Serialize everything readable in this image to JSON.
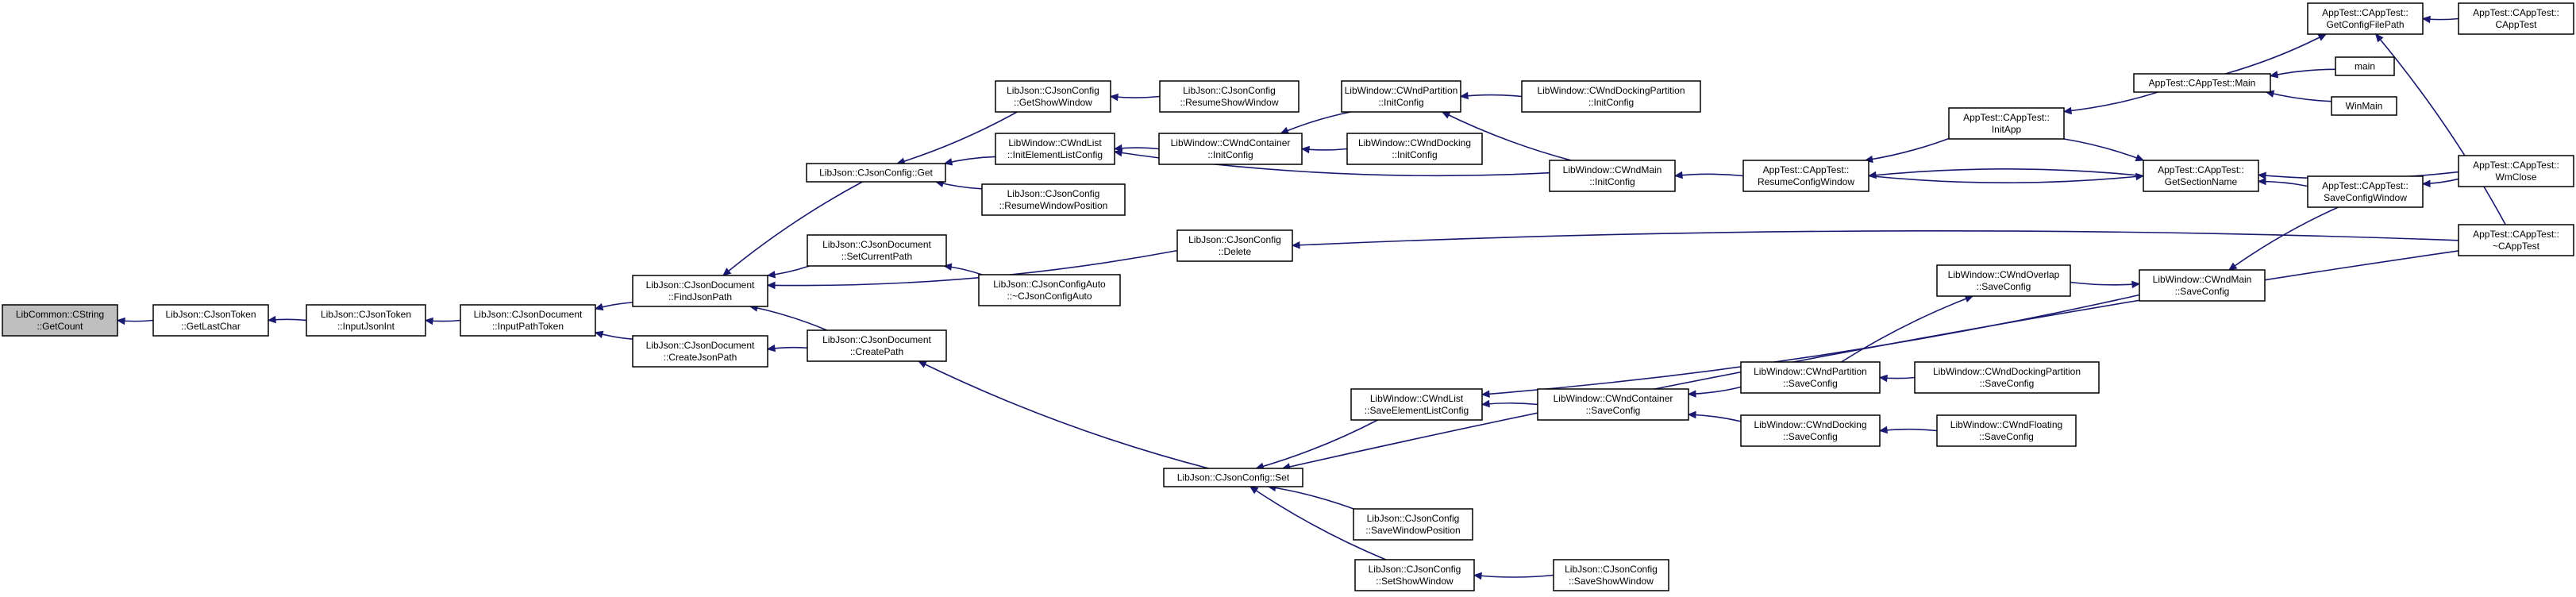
{
  "graph": {
    "edge_color": "#191970",
    "root_fill": "#bfbfbf",
    "node_fill": "#ffffff",
    "nodes": [
      {
        "id": "cstring_getcount",
        "lines": [
          "LibCommon::CString",
          "::GetCount"
        ],
        "root": true
      },
      {
        "id": "token_getlastchar",
        "lines": [
          "LibJson::CJsonToken",
          "::GetLastChar"
        ]
      },
      {
        "id": "token_inputjsonint",
        "lines": [
          "LibJson::CJsonToken",
          "::InputJsonInt"
        ]
      },
      {
        "id": "doc_inputpathtoken",
        "lines": [
          "LibJson::CJsonDocument",
          "::InputPathToken"
        ]
      },
      {
        "id": "doc_findjsonpath",
        "lines": [
          "LibJson::CJsonDocument",
          "::FindJsonPath"
        ]
      },
      {
        "id": "doc_createjsonpath",
        "lines": [
          "LibJson::CJsonDocument",
          "::CreateJsonPath"
        ]
      },
      {
        "id": "config_get",
        "lines": [
          "LibJson::CJsonConfig::Get"
        ]
      },
      {
        "id": "doc_setcurrentpath",
        "lines": [
          "LibJson::CJsonDocument",
          "::SetCurrentPath"
        ]
      },
      {
        "id": "doc_createpath",
        "lines": [
          "LibJson::CJsonDocument",
          "::CreatePath"
        ]
      },
      {
        "id": "config_delete",
        "lines": [
          "LibJson::CJsonConfig",
          "::Delete"
        ]
      },
      {
        "id": "config_getshowwindow",
        "lines": [
          "LibJson::CJsonConfig",
          "::GetShowWindow"
        ]
      },
      {
        "id": "wndlist_initelementlistconfig",
        "lines": [
          "LibWindow::CWndList",
          "::InitElementListConfig"
        ]
      },
      {
        "id": "config_resumewindowposition",
        "lines": [
          "LibJson::CJsonConfig",
          "::ResumeWindowPosition"
        ]
      },
      {
        "id": "configauto_dtor",
        "lines": [
          "LibJson::CJsonConfigAuto",
          "::~CJsonConfigAuto"
        ]
      },
      {
        "id": "config_set",
        "lines": [
          "LibJson::CJsonConfig::Set"
        ]
      },
      {
        "id": "config_resumeshowwindow",
        "lines": [
          "LibJson::CJsonConfig",
          "::ResumeShowWindow"
        ]
      },
      {
        "id": "wndcontainer_initconfig",
        "lines": [
          "LibWindow::CWndContainer",
          "::InitConfig"
        ]
      },
      {
        "id": "wndpartition_initconfig",
        "lines": [
          "LibWindow::CWndPartition",
          "::InitConfig"
        ]
      },
      {
        "id": "wnddocking_initconfig",
        "lines": [
          "LibWindow::CWndDocking",
          "::InitConfig"
        ]
      },
      {
        "id": "wnddockingpartition_initconfig",
        "lines": [
          "LibWindow::CWndDockingPartition",
          "::InitConfig"
        ]
      },
      {
        "id": "wndmain_initconfig",
        "lines": [
          "LibWindow::CWndMain",
          "::InitConfig"
        ]
      },
      {
        "id": "apptest_resumeconfigwindow",
        "lines": [
          "AppTest::CAppTest::",
          "ResumeConfigWindow"
        ]
      },
      {
        "id": "apptest_initapp",
        "lines": [
          "AppTest::CAppTest::",
          "InitApp"
        ]
      },
      {
        "id": "apptest_getsectionname",
        "lines": [
          "AppTest::CAppTest::",
          "GetSectionName"
        ]
      },
      {
        "id": "apptest_main",
        "lines": [
          "AppTest::CAppTest::Main"
        ]
      },
      {
        "id": "apptest_getconfigfilepath",
        "lines": [
          "AppTest::CAppTest::",
          "GetConfigFilePath"
        ]
      },
      {
        "id": "apptest_ctor",
        "lines": [
          "AppTest::CAppTest::",
          "CAppTest"
        ]
      },
      {
        "id": "main",
        "lines": [
          "main"
        ]
      },
      {
        "id": "winmain",
        "lines": [
          "WinMain"
        ]
      },
      {
        "id": "apptest_saveconfigwindow",
        "lines": [
          "AppTest::CAppTest::",
          "SaveConfigWindow"
        ]
      },
      {
        "id": "apptest_wmclose",
        "lines": [
          "AppTest::CAppTest::",
          "WmClose"
        ]
      },
      {
        "id": "apptest_dtor",
        "lines": [
          "AppTest::CAppTest::",
          "~CAppTest"
        ]
      },
      {
        "id": "wndmain_saveconfig",
        "lines": [
          "LibWindow::CWndMain",
          "::SaveConfig"
        ]
      },
      {
        "id": "wndoverlap_saveconfig",
        "lines": [
          "LibWindow::CWndOverlap",
          "::SaveConfig"
        ]
      },
      {
        "id": "wndlist_saveelementlistconfig",
        "lines": [
          "LibWindow::CWndList",
          "::SaveElementListConfig"
        ]
      },
      {
        "id": "wndcontainer_saveconfig",
        "lines": [
          "LibWindow::CWndContainer",
          "::SaveConfig"
        ]
      },
      {
        "id": "wndpartition_saveconfig",
        "lines": [
          "LibWindow::CWndPartition",
          "::SaveConfig"
        ]
      },
      {
        "id": "wnddockingpartition_saveconfig",
        "lines": [
          "LibWindow::CWndDockingPartition",
          "::SaveConfig"
        ]
      },
      {
        "id": "wnddocking_saveconfig",
        "lines": [
          "LibWindow::CWndDocking",
          "::SaveConfig"
        ]
      },
      {
        "id": "wndfloating_saveconfig",
        "lines": [
          "LibWindow::CWndFloating",
          "::SaveConfig"
        ]
      },
      {
        "id": "config_savewindowposition",
        "lines": [
          "LibJson::CJsonConfig",
          "::SaveWindowPosition"
        ]
      },
      {
        "id": "config_setshowwindow",
        "lines": [
          "LibJson::CJsonConfig",
          "::SetShowWindow"
        ]
      },
      {
        "id": "config_saveshowwindow",
        "lines": [
          "LibJson::CJsonConfig",
          "::SaveShowWindow"
        ]
      }
    ],
    "edges": [
      {
        "from": "token_getlastchar",
        "to": "cstring_getcount"
      },
      {
        "from": "token_inputjsonint",
        "to": "token_getlastchar"
      },
      {
        "from": "doc_inputpathtoken",
        "to": "token_inputjsonint"
      },
      {
        "from": "doc_findjsonpath",
        "to": "doc_inputpathtoken"
      },
      {
        "from": "doc_createjsonpath",
        "to": "doc_inputpathtoken"
      },
      {
        "from": "config_get",
        "to": "doc_findjsonpath"
      },
      {
        "from": "doc_setcurrentpath",
        "to": "doc_findjsonpath"
      },
      {
        "from": "doc_createpath",
        "to": "doc_findjsonpath"
      },
      {
        "from": "config_delete",
        "to": "doc_findjsonpath"
      },
      {
        "from": "doc_createpath",
        "to": "doc_createjsonpath"
      },
      {
        "from": "config_getshowwindow",
        "to": "config_get"
      },
      {
        "from": "wndlist_initelementlistconfig",
        "to": "config_get"
      },
      {
        "from": "config_resumewindowposition",
        "to": "config_get"
      },
      {
        "from": "configauto_dtor",
        "to": "doc_setcurrentpath"
      },
      {
        "from": "config_set",
        "to": "doc_createpath"
      },
      {
        "from": "apptest_dtor",
        "to": "config_delete"
      },
      {
        "from": "config_resumeshowwindow",
        "to": "config_getshowwindow"
      },
      {
        "from": "wndcontainer_initconfig",
        "to": "wndlist_initelementlistconfig"
      },
      {
        "from": "wndmain_initconfig",
        "to": "wndlist_initelementlistconfig"
      },
      {
        "from": "wndpartition_initconfig",
        "to": "wndcontainer_initconfig"
      },
      {
        "from": "wnddocking_initconfig",
        "to": "wndcontainer_initconfig"
      },
      {
        "from": "wnddockingpartition_initconfig",
        "to": "wndpartition_initconfig"
      },
      {
        "from": "wndmain_initconfig",
        "to": "wndpartition_initconfig"
      },
      {
        "from": "apptest_resumeconfigwindow",
        "to": "wndmain_initconfig"
      },
      {
        "from": "apptest_initapp",
        "to": "apptest_resumeconfigwindow"
      },
      {
        "from": "apptest_getsectionname",
        "to": "apptest_resumeconfigwindow"
      },
      {
        "from": "apptest_main",
        "to": "apptest_initapp"
      },
      {
        "from": "apptest_resumeconfigwindow",
        "to": "apptest_getsectionname"
      },
      {
        "from": "apptest_initapp",
        "to": "apptest_getsectionname"
      },
      {
        "from": "apptest_saveconfigwindow",
        "to": "apptest_getsectionname"
      },
      {
        "from": "apptest_wmclose",
        "to": "apptest_getsectionname"
      },
      {
        "from": "main",
        "to": "apptest_main"
      },
      {
        "from": "winmain",
        "to": "apptest_main"
      },
      {
        "from": "apptest_main",
        "to": "apptest_getconfigfilepath"
      },
      {
        "from": "apptest_ctor",
        "to": "apptest_getconfigfilepath"
      },
      {
        "from": "apptest_dtor",
        "to": "apptest_getconfigfilepath"
      },
      {
        "from": "apptest_wmclose",
        "to": "apptest_saveconfigwindow"
      },
      {
        "from": "apptest_saveconfigwindow",
        "to": "wndmain_saveconfig"
      },
      {
        "from": "wndmain_saveconfig",
        "to": "wndlist_saveelementlistconfig"
      },
      {
        "from": "wndoverlap_saveconfig",
        "to": "wndmain_saveconfig"
      },
      {
        "from": "wndpartition_saveconfig",
        "to": "wndoverlap_saveconfig"
      },
      {
        "from": "wndcontainer_saveconfig",
        "to": "wndlist_saveelementlistconfig"
      },
      {
        "from": "wndpartition_saveconfig",
        "to": "wndcontainer_saveconfig"
      },
      {
        "from": "wnddocking_saveconfig",
        "to": "wndcontainer_saveconfig"
      },
      {
        "from": "wnddockingpartition_saveconfig",
        "to": "wndpartition_saveconfig"
      },
      {
        "from": "wndfloating_saveconfig",
        "to": "wnddocking_saveconfig"
      },
      {
        "from": "wndlist_saveelementlistconfig",
        "to": "config_set"
      },
      {
        "from": "config_savewindowposition",
        "to": "config_set"
      },
      {
        "from": "config_setshowwindow",
        "to": "config_set"
      },
      {
        "from": "apptest_dtor",
        "to": "config_set"
      },
      {
        "from": "config_saveshowwindow",
        "to": "config_setshowwindow"
      }
    ]
  }
}
